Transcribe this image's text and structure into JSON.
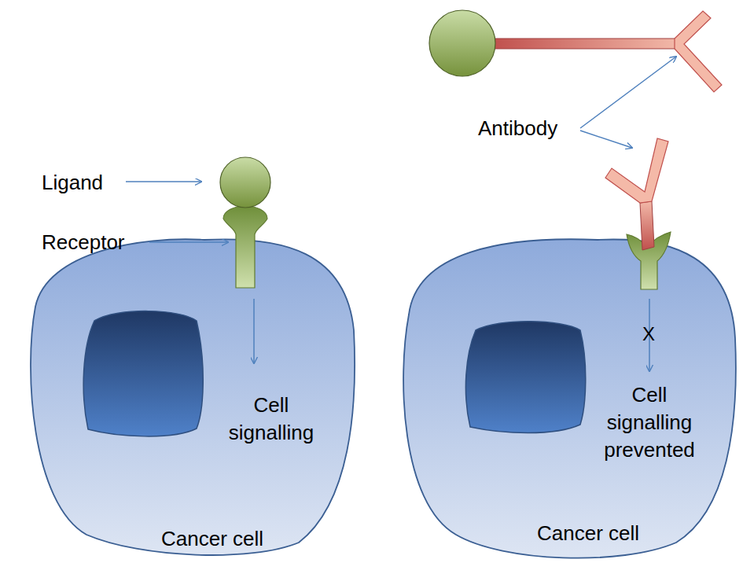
{
  "diagram": {
    "nodes": [
      {
        "text": [
          "Cell signalling",
          "Cancer cell"
        ]
      },
      {
        "text": [
          "Cell signalling prevented",
          "Cancer cell"
        ]
      }
    ],
    "labels": [
      "Ligand",
      "Receptor",
      "Antibody",
      "X"
    ]
  }
}
